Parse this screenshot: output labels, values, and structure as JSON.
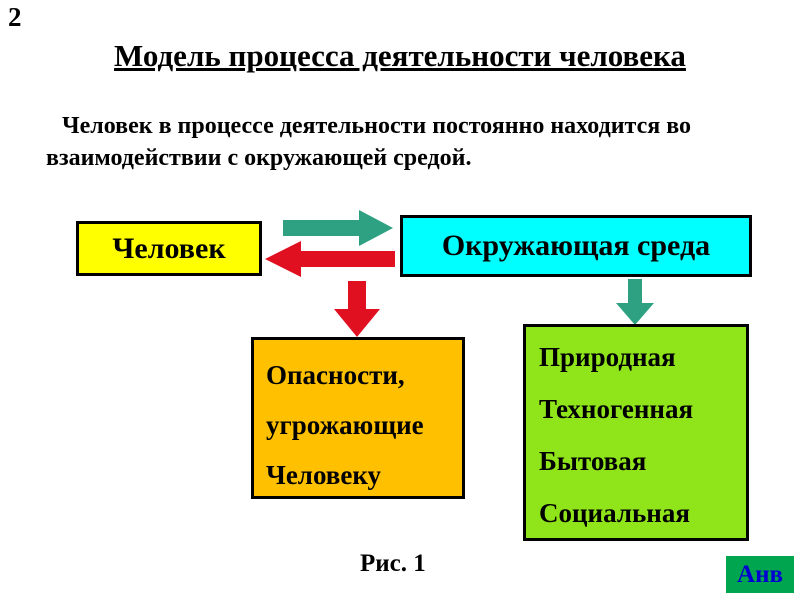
{
  "slide": {
    "number": "2",
    "title": "Модель процесса деятельности человека",
    "intro": "Человек в процессе деятельности постоянно находится во взаимодействии с окружающей средой.",
    "caption": "Рис. 1",
    "watermark": "Анв"
  },
  "diagram": {
    "human_box": "Человек",
    "environment_box": "Окружающая среда",
    "dangers_lines": [
      "Опасности,",
      "угрожающие",
      "Человеку"
    ],
    "types_lines": [
      "Природная",
      "Техногенная",
      "Бытовая",
      "Социальная"
    ]
  },
  "icons": {
    "arrow-human-to-environment": "arrow-right",
    "arrow-environment-to-human": "arrow-left",
    "arrow-to-dangers": "arrow-down",
    "arrow-to-types": "arrow-down"
  },
  "colors": {
    "human-fill": "#ffff00",
    "environment-fill": "#00ffff",
    "dangers-fill": "#ffc000",
    "types-fill": "#8fe51a",
    "arrow-green": "#2fa183",
    "arrow-red": "#e01020",
    "badge-fill": "#00a550",
    "badge-text": "#0000d0",
    "border": "#000000"
  }
}
